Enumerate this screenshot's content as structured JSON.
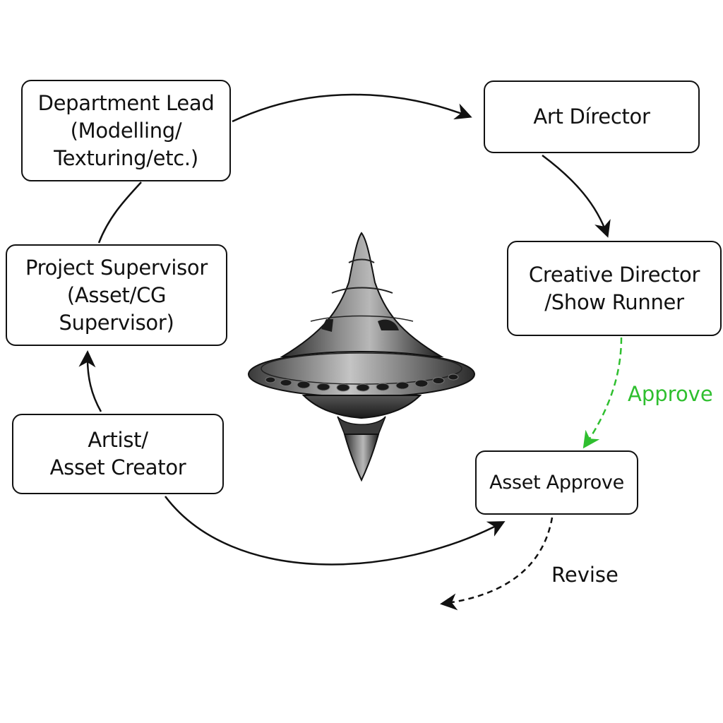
{
  "nodes": {
    "department_lead": "Department Lead\n(Modelling/\nTexturing/etc.)",
    "art_director": "Art Dírector",
    "project_supervisor": "Project Supervisor\n(Asset/CG\nSupervisor)",
    "creative_director": "Creative Director\n/Show Runner",
    "artist": "Artist/\nAsset Creator",
    "asset_approve": "Asset Approve"
  },
  "edges": {
    "approve_label": "Approve",
    "revise_label": "Revise"
  },
  "colors": {
    "line": "#111111",
    "approve": "#2fbf2f"
  },
  "icons": {
    "center": "spaceship-illustration"
  }
}
